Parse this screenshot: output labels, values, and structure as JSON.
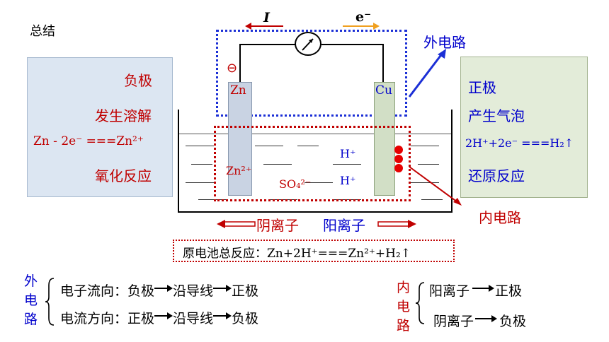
{
  "title": "总结",
  "left_box": {
    "label": "负极",
    "process": "发生溶解",
    "equation": "Zn - 2e⁻ ===Zn²⁺",
    "reaction": "氧化反应"
  },
  "right_box": {
    "label": "正极",
    "process": "产生气泡",
    "equation": "2H⁺+2e⁻ ===H₂↑",
    "reaction": "还原反应"
  },
  "cell": {
    "current_symbol": "I",
    "electron_symbol": "e⁻",
    "negative_sign": "⊖",
    "zn_label": "Zn",
    "cu_label": "Cu",
    "ion_zn": "Zn²⁺",
    "ion_so4": "SO₄²⁻",
    "ion_h1": "H⁺",
    "ion_h2": "H⁺",
    "external_label": "外电路",
    "internal_label": "内电路",
    "anion_label": "阴离子",
    "cation_label": "阳离子"
  },
  "overall_reaction": "原电池总反应：Zn+2H⁺===Zn²⁺+H₂↑",
  "summary_external": {
    "label_chars": [
      "外",
      "电",
      "路"
    ],
    "electron_flow": {
      "title": "电子流向：",
      "from": "负极",
      "via": "沿导线",
      "to": "正极"
    },
    "current_flow": {
      "title": "电流方向：",
      "from": "正极",
      "via": "沿导线",
      "to": "负极"
    }
  },
  "summary_internal": {
    "label_chars": [
      "内",
      "电",
      "路"
    ],
    "cation_flow": {
      "ion": "阳离子",
      "to": "正极"
    },
    "anion_flow": {
      "ion": "阴离子",
      "to": "负极"
    }
  },
  "colors": {
    "red": "#c00000",
    "blue": "#0000cc",
    "box_blue": "#dce6f2",
    "box_green": "#e3ecd9",
    "bubble": "#e60000",
    "current_arrow": "#c00000",
    "electron_arrow": "#f0a020"
  }
}
